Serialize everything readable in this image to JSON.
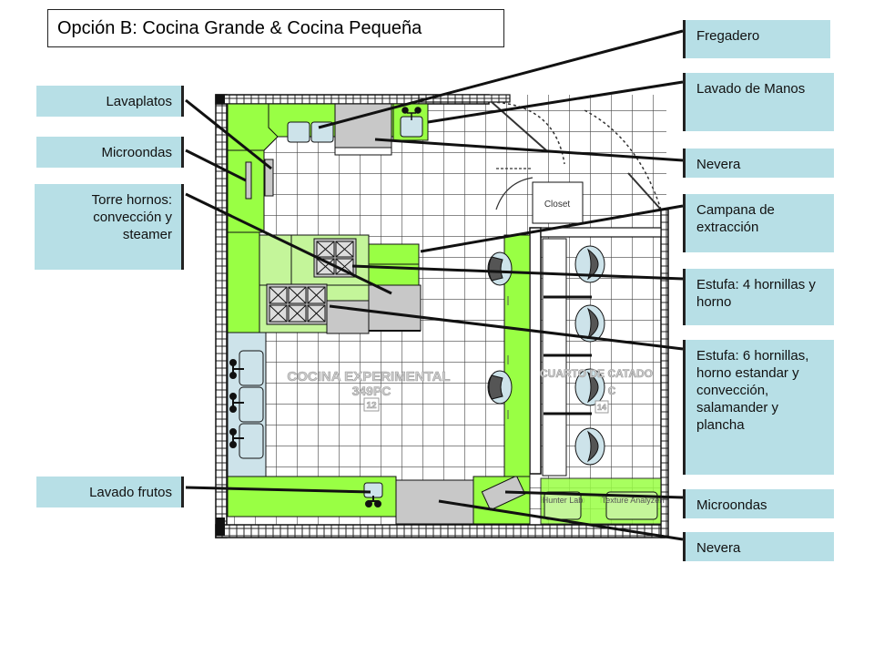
{
  "title": "Opción B: Cocina Grande & Cocina Pequeña",
  "labels_left": {
    "lavaplatos": "Lavaplatos",
    "microondas": "Microondas",
    "torre_hornos": "Torre hornos: convección y steamer",
    "lavado_frutos": "Lavado frutos"
  },
  "labels_right": {
    "fregadero": "Fregadero",
    "lavado_manos": "Lavado de Manos",
    "nevera_top": "Nevera",
    "campana": "Campana de extracción",
    "estufa_4": "Estufa: 4 hornillas y horno",
    "estufa_6": "Estufa: 6 hornillas, horno estandar y convección, salamander y plancha",
    "microondas": "Microondas",
    "nevera_bottom": "Nevera"
  },
  "plan": {
    "closet": "Closet",
    "kitchen_name": "COCINA EXPERIMENTAL",
    "kitchen_code": "349PC",
    "kitchen_number": "12",
    "tasting_name": "CUARTO DE CATADO",
    "tasting_code": "C",
    "tasting_number": "14",
    "hunter_lab": "Hunter Lab",
    "texture_analyzer": "Texture Analyzer"
  },
  "colors": {
    "counter_green": "#99ff44",
    "light_green": "#c4f59a",
    "label_blue": "#b7dfe6",
    "gray_equipment": "#c8c8c8",
    "sink_blue": "#cde3ea"
  }
}
